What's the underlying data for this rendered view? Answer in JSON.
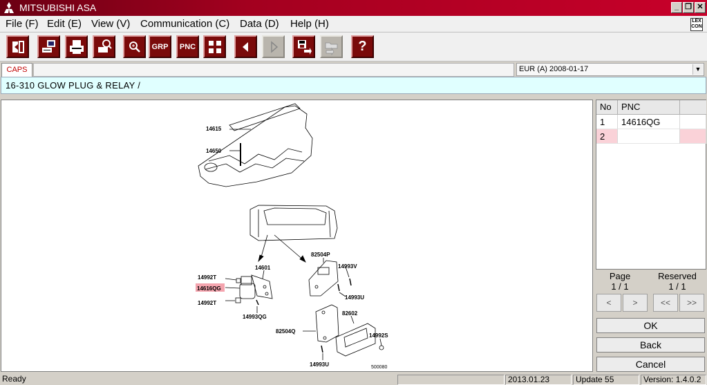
{
  "window": {
    "title": "MITSUBISHI ASA",
    "controls": [
      "_",
      "❐",
      "✕"
    ]
  },
  "menu": [
    {
      "label": "File (F)"
    },
    {
      "label": "Edit (E)"
    },
    {
      "label": "View (V)"
    },
    {
      "label": "Communication (C)"
    },
    {
      "label": "Data (D)"
    },
    {
      "label": "Help (H)"
    }
  ],
  "lexcon_badge": "LEX CON",
  "toolbar": {
    "grp_label": "GRP",
    "pnc_label": "PNC",
    "help_label": "?"
  },
  "tabs": {
    "caps": "CAPS"
  },
  "region_select": {
    "value": "EUR (A)   2008-01-17"
  },
  "group_line": "16-310  GLOW PLUG & RELAY /",
  "diagram": {
    "labels": {
      "p14615": "14615",
      "p14650": "14650",
      "p14601": "14601",
      "p82504P": "82504P",
      "p14993V": "14993V",
      "p14992T_a": "14992T",
      "p14616QG": "14616QG",
      "p14992T_b": "14992T",
      "p14993U_a": "14993U",
      "p14993QG": "14993QG",
      "p82602": "82602",
      "p82504Q": "82504Q",
      "p14992S": "14992S",
      "p14993U_b": "14993U",
      "ref": "500080"
    },
    "highlight_color": "#f4a4ae"
  },
  "pnc_table": {
    "headers": {
      "no": "No",
      "pnc": "PNC"
    },
    "rows": [
      {
        "no": "1",
        "pnc": "14616QG"
      },
      {
        "no": "2",
        "pnc": ""
      }
    ]
  },
  "pager": {
    "page_label": "Page",
    "page_value": "1 / 1",
    "reserved_label": "Reserved",
    "reserved_value": "1 / 1",
    "prev": "<",
    "next": ">",
    "first": "<<",
    "last": ">>"
  },
  "buttons": {
    "ok": "OK",
    "back": "Back",
    "cancel": "Cancel"
  },
  "status": {
    "state": "Ready",
    "date": "2013.01.23",
    "update": "Update 55",
    "version": "Version: 1.4.0.2"
  },
  "colors": {
    "title_bar": "#a3001f",
    "toolbar_button": "#7a0a0a",
    "group_line_bg": "#e0ffff",
    "selected_row": "#fad2d8"
  }
}
